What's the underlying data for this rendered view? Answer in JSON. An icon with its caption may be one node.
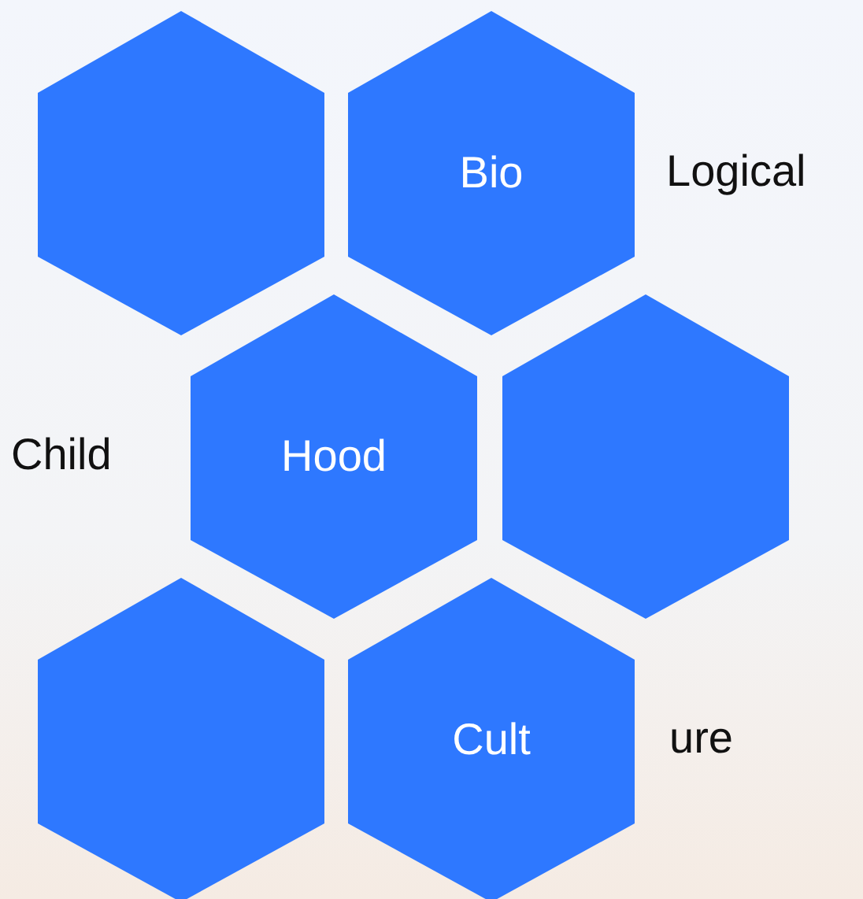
{
  "diagram": {
    "nodes": [
      {
        "text": [],
        "shape": "hexagon"
      },
      {
        "text": [
          "Bio"
        ],
        "beside": [
          "Logical"
        ]
      },
      {
        "text": [
          "Hood"
        ],
        "beside": [
          "Child"
        ]
      },
      {
        "text": [],
        "shape": "hexagon"
      },
      {
        "text": [],
        "shape": "hexagon"
      },
      {
        "text": [
          "Cult"
        ],
        "beside": [
          "ure"
        ]
      }
    ],
    "edges": []
  }
}
